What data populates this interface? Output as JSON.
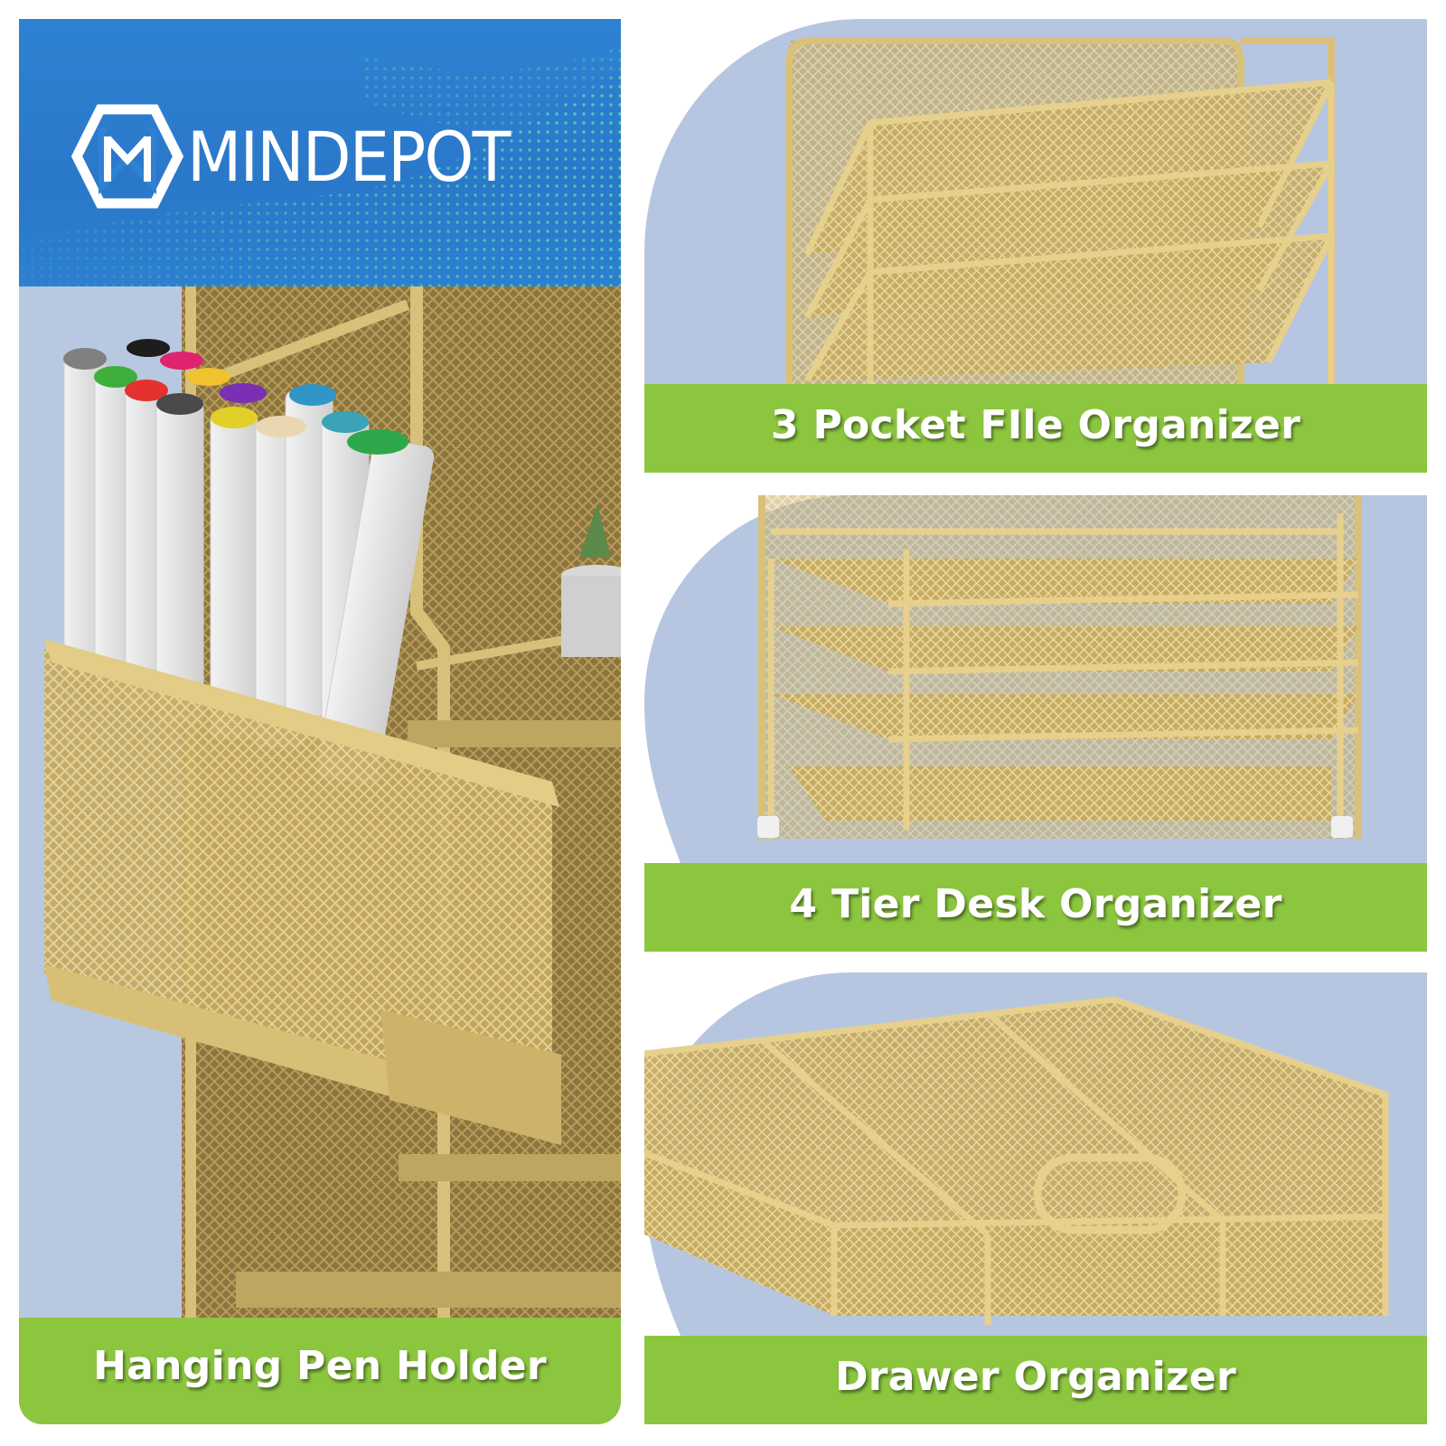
{
  "brand": {
    "name": "MINDEPOT",
    "logo_icon": "mindepot-logo-icon"
  },
  "colors": {
    "header_blue": "#2f82d3",
    "caption_green": "#8cc63f",
    "background_lavender": "#b7c6e0",
    "product_gold": "#c9b06a"
  },
  "panels": {
    "pen_holder": {
      "caption": "Hanging Pen Holder"
    },
    "file_organizer": {
      "caption": "3 Pocket FIle Organizer"
    },
    "desk_organizer": {
      "caption": "4 Tier Desk Organizer"
    },
    "drawer_organizer": {
      "caption": "Drawer Organizer"
    }
  }
}
